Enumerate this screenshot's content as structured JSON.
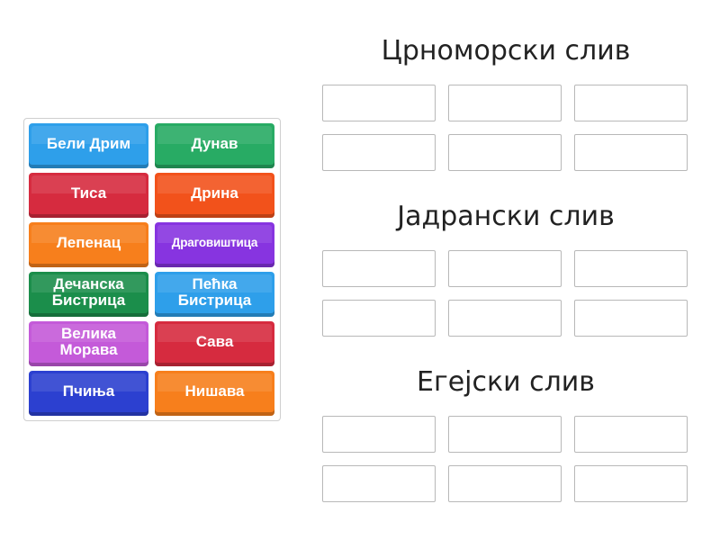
{
  "tiles": [
    {
      "label": "Бели Дрим",
      "color": "#2e9fea"
    },
    {
      "label": "Дунав",
      "color": "#28ab64"
    },
    {
      "label": "Тиса",
      "color": "#d62b3f"
    },
    {
      "label": "Дрина",
      "color": "#f2521b"
    },
    {
      "label": "Лепенац",
      "color": "#f77f1c"
    },
    {
      "label": "Драговиштица",
      "color": "#8734e0"
    },
    {
      "label": "Дечанска Бистрица",
      "color": "#1b8e4b"
    },
    {
      "label": "Пећка Бистрица",
      "color": "#2e9fea"
    },
    {
      "label": "Велика Морава",
      "color": "#c45ad9"
    },
    {
      "label": "Сава",
      "color": "#d62b3f"
    },
    {
      "label": "Пчиња",
      "color": "#2c40d0"
    },
    {
      "label": "Нишава",
      "color": "#f77f1c"
    }
  ],
  "groups": [
    {
      "title": "Црноморски слив"
    },
    {
      "title": "Јадрански слив"
    },
    {
      "title": "Егејски слив"
    }
  ]
}
